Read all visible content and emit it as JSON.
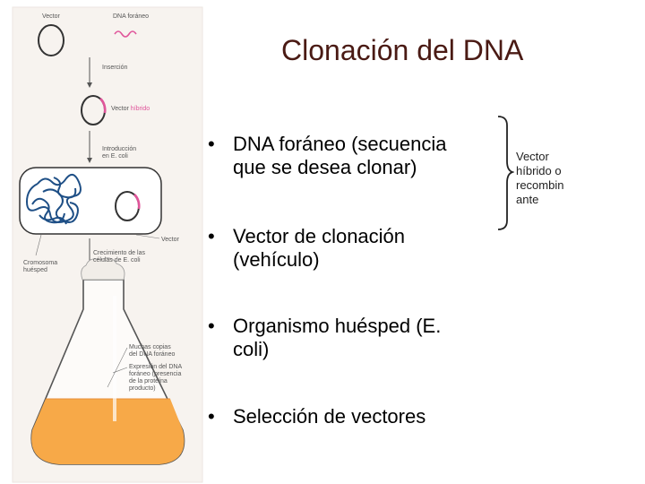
{
  "slide": {
    "title": "Clonación del DNA",
    "bullets": [
      {
        "line1": "DNA foráneo (secuencia",
        "line2": "que se desea clonar)"
      },
      {
        "line1": "Vector de clonación",
        "line2": "(vehículo)"
      },
      {
        "line1": "Organismo huésped (E.",
        "line2": "coli)"
      },
      {
        "line1": "Selección de vectores",
        "line2": ""
      }
    ],
    "bullet_symbol": "•",
    "side_note": [
      "Vector",
      "híbrido o",
      "recombin",
      "ante"
    ]
  },
  "figure": {
    "labels": {
      "vector_top": "Vector",
      "dna_foraneo": "DNA foráneo",
      "insercion": "Inserción",
      "vector_hibrido_a": "Vector ",
      "vector_hibrido_b": "híbrido",
      "introduccion_1": "Introducción",
      "introduccion_2": "en E. coli",
      "vector_side": "Vector",
      "cromosoma_1": "Cromosoma",
      "cromosoma_2": "huésped",
      "crecimiento_1": "Crecimiento de las",
      "crecimiento_2": "células de E. coli",
      "muchas_1": "Muchas copias",
      "muchas_2": "del DNA foráneo",
      "expresion_1": "Expresión del DNA",
      "expresion_2": "foráneo (presencia",
      "expresion_3": "de la proteína",
      "expresion_4": "producto)"
    },
    "colors": {
      "plasmid": "#333333",
      "insert": "#e0559a",
      "medium": "#f7a948",
      "chromosome": "#1e4f86",
      "panel": "#f7f3ef"
    }
  }
}
